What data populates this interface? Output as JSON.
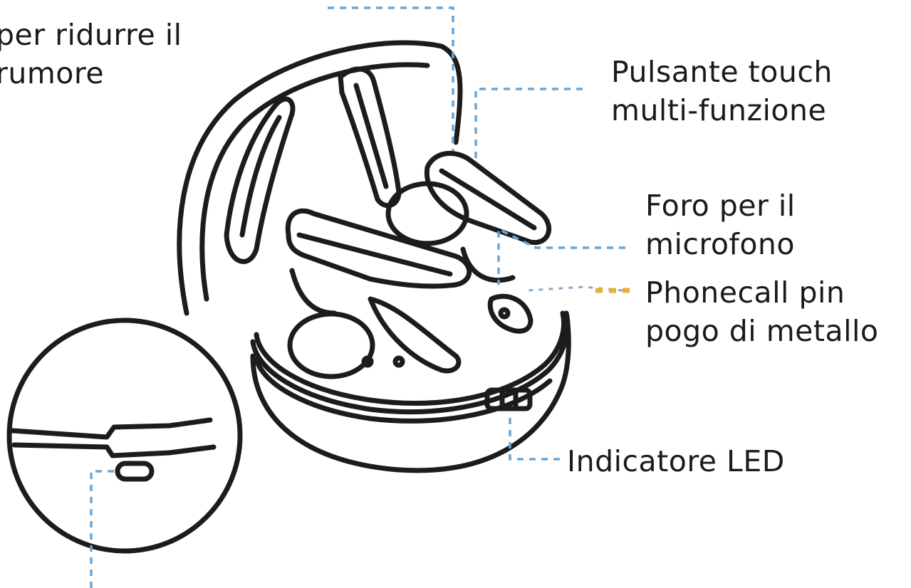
{
  "labels": {
    "noise_reduction": {
      "line1": "per ridurre il",
      "line2": "rumore"
    },
    "touch_button": {
      "line1": "Pulsante touch",
      "line2": "multi-funzione"
    },
    "microphone_hole": {
      "line1": "Foro per il",
      "line2": "microfono"
    },
    "phonecall_pin": {
      "line1": "Phonecall pin",
      "line2": "pogo di metallo"
    },
    "led_indicator": {
      "line1": "Indicatore LED"
    }
  },
  "colors": {
    "leader_blue": "#6aa6d6",
    "leader_gold": "#e2b33a",
    "line_art": "#1c1c1c",
    "text": "#1a1a1a"
  }
}
